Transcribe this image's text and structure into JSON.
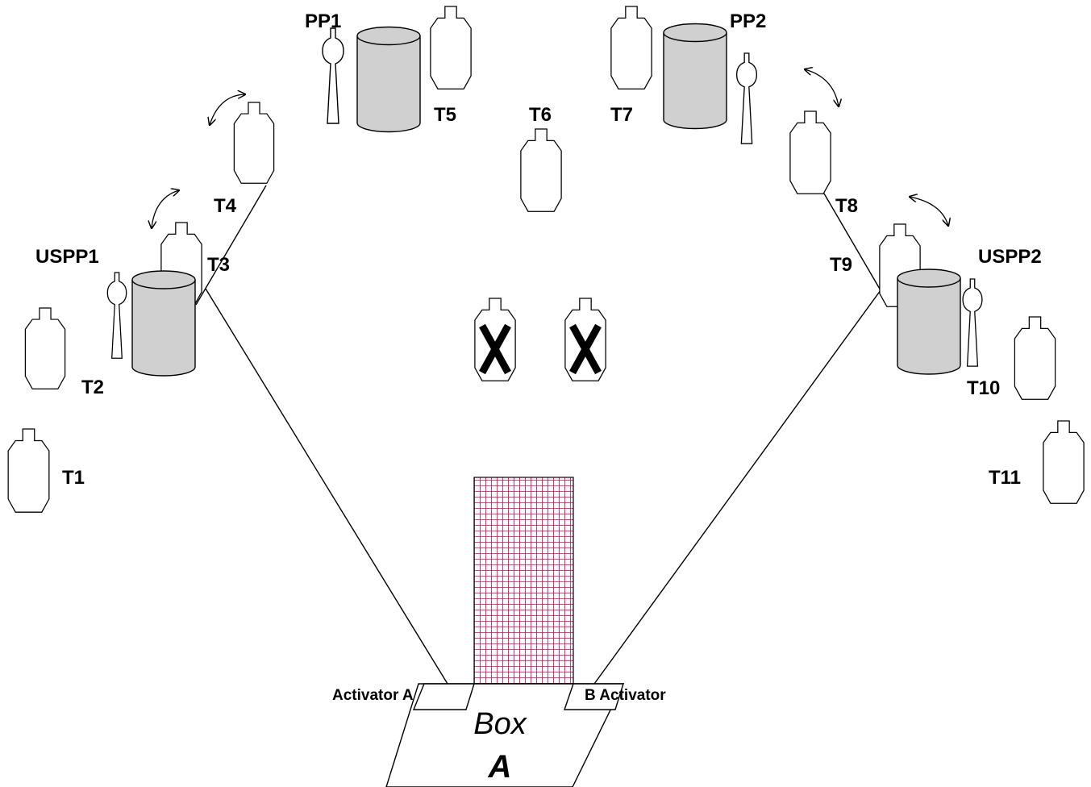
{
  "labels": {
    "pp1": "PP1",
    "pp2": "PP2",
    "uspp1": "USPP1",
    "uspp2": "USPP2",
    "t1": "T1",
    "t2": "T2",
    "t3": "T3",
    "t4": "T4",
    "t5": "T5",
    "t6": "T6",
    "t7": "T7",
    "t8": "T8",
    "t9": "T9",
    "t10": "T10",
    "t11": "T11",
    "activator_a": "Activator A",
    "activator_b": "B Activator",
    "box_word": "Box",
    "box_letter": "A"
  },
  "colors": {
    "barrel": "#d0d0d0",
    "wall_grid": "#e0004c",
    "wall_bg": "#ffffff",
    "line": "#000000"
  },
  "icons": {
    "target": "ipsc-target-icon",
    "no_shoot": "no-shoot-target-icon",
    "barrel": "barrel-icon",
    "popper": "popper-icon",
    "swinger": "swing-arrow-icon"
  }
}
